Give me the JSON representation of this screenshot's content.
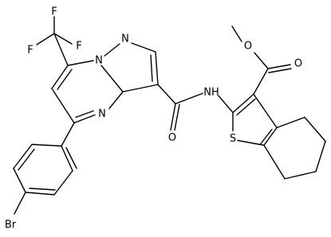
{
  "molecule": {
    "atom_labels": {
      "f_top": "F",
      "f_left": "F",
      "f_bottom": "F",
      "n_pyrazole": "N",
      "n_bridge": "N",
      "n_pyrimidine": "N",
      "o_carbonyl": "O",
      "nh": "NH",
      "o_ester_carbonyl": "O",
      "o_ester": "O",
      "s_thiophene": "S",
      "br": "Br"
    },
    "colors": {
      "ink": "#000000",
      "background": "#ffffff"
    }
  }
}
